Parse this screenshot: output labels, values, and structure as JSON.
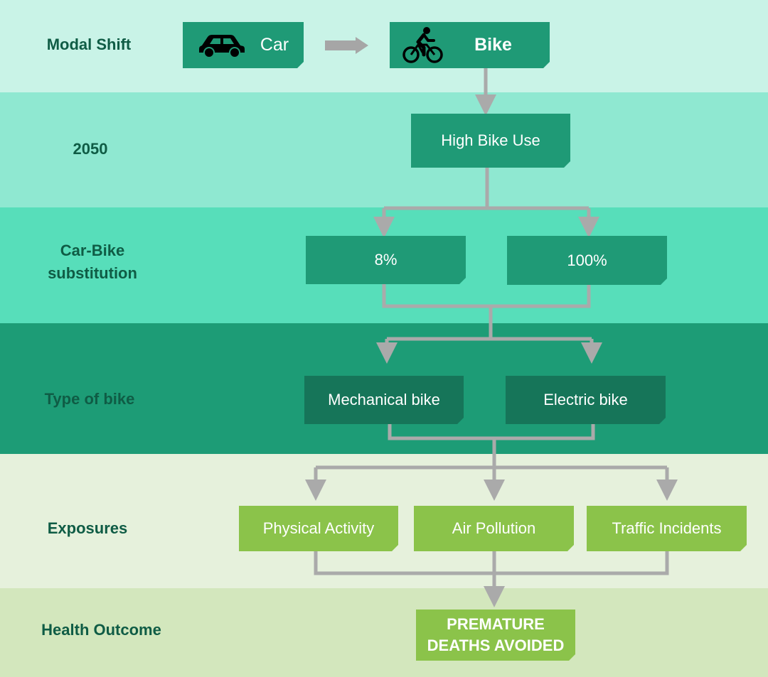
{
  "colors": {
    "band_1": "#c9f3e7",
    "band_2": "#8fe8d1",
    "band_3": "#57deba",
    "band_4": "#1d9c76",
    "band_5": "#e6f1dc",
    "band_6": "#d3e7bd",
    "box_teal": "#1f9a76",
    "box_dark": "#167559",
    "box_green": "#8bc34a",
    "label_text": "#0f5c45",
    "connector": "#aaaaaa"
  },
  "rows": {
    "modal_shift": "Modal Shift",
    "year": "2050",
    "substitution_line1": "Car-Bike",
    "substitution_line2": "substitution",
    "bike_type": "Type of bike",
    "exposures": "Exposures",
    "health_outcome": "Health Outcome"
  },
  "nodes": {
    "car": {
      "label": "Car",
      "icon": "car-icon"
    },
    "bike": {
      "label": "Bike",
      "icon": "cyclist-icon"
    },
    "high_bike_use": "High Bike Use",
    "sub_8": "8%",
    "sub_100": "100%",
    "mechanical": "Mechanical bike",
    "electric": "Electric bike",
    "physical_activity": "Physical Activity",
    "air_pollution": "Air Pollution",
    "traffic_incidents": "Traffic Incidents",
    "outcome_line1": "PREMATURE",
    "outcome_line2": "DEATHS AVOIDED"
  }
}
